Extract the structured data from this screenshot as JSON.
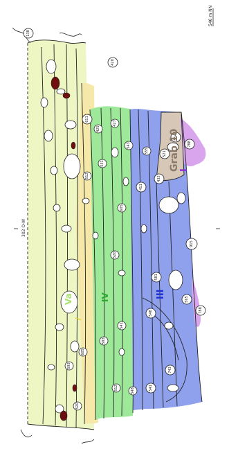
{
  "colors": {
    "layer_V": "#eef6c3",
    "layer_yellow": "#f6e8a8",
    "layer_IV": "#9ee89a",
    "layer_III": "#8fa0ec",
    "layer_I": "#d9a6ee",
    "grab": "#d6c7b7",
    "dark_stone": "#6e0e0e",
    "outline": "#222222"
  },
  "labels": {
    "elevation": "546 m NN",
    "profile_id": "302 O-W",
    "layer_V": "Va",
    "layer_IV": "IV",
    "layer_III": "III",
    "layer_I": "I",
    "grab": "Grab 10"
  },
  "find_numbers": {
    "n138": "138",
    "n420": "420",
    "n915": "915",
    "n554": "554",
    "n788": "788",
    "n565": "565",
    "n743": "743",
    "n593": "593",
    "n541": "541",
    "n548": "548",
    "n581": "581",
    "n520": "520",
    "n605": "605",
    "n411": "411",
    "n432": "432",
    "n512": "512",
    "n531": "531",
    "n521": "521",
    "n555": "555",
    "n543": "543",
    "n427": "427",
    "n425": "425",
    "n611": "611"
  }
}
